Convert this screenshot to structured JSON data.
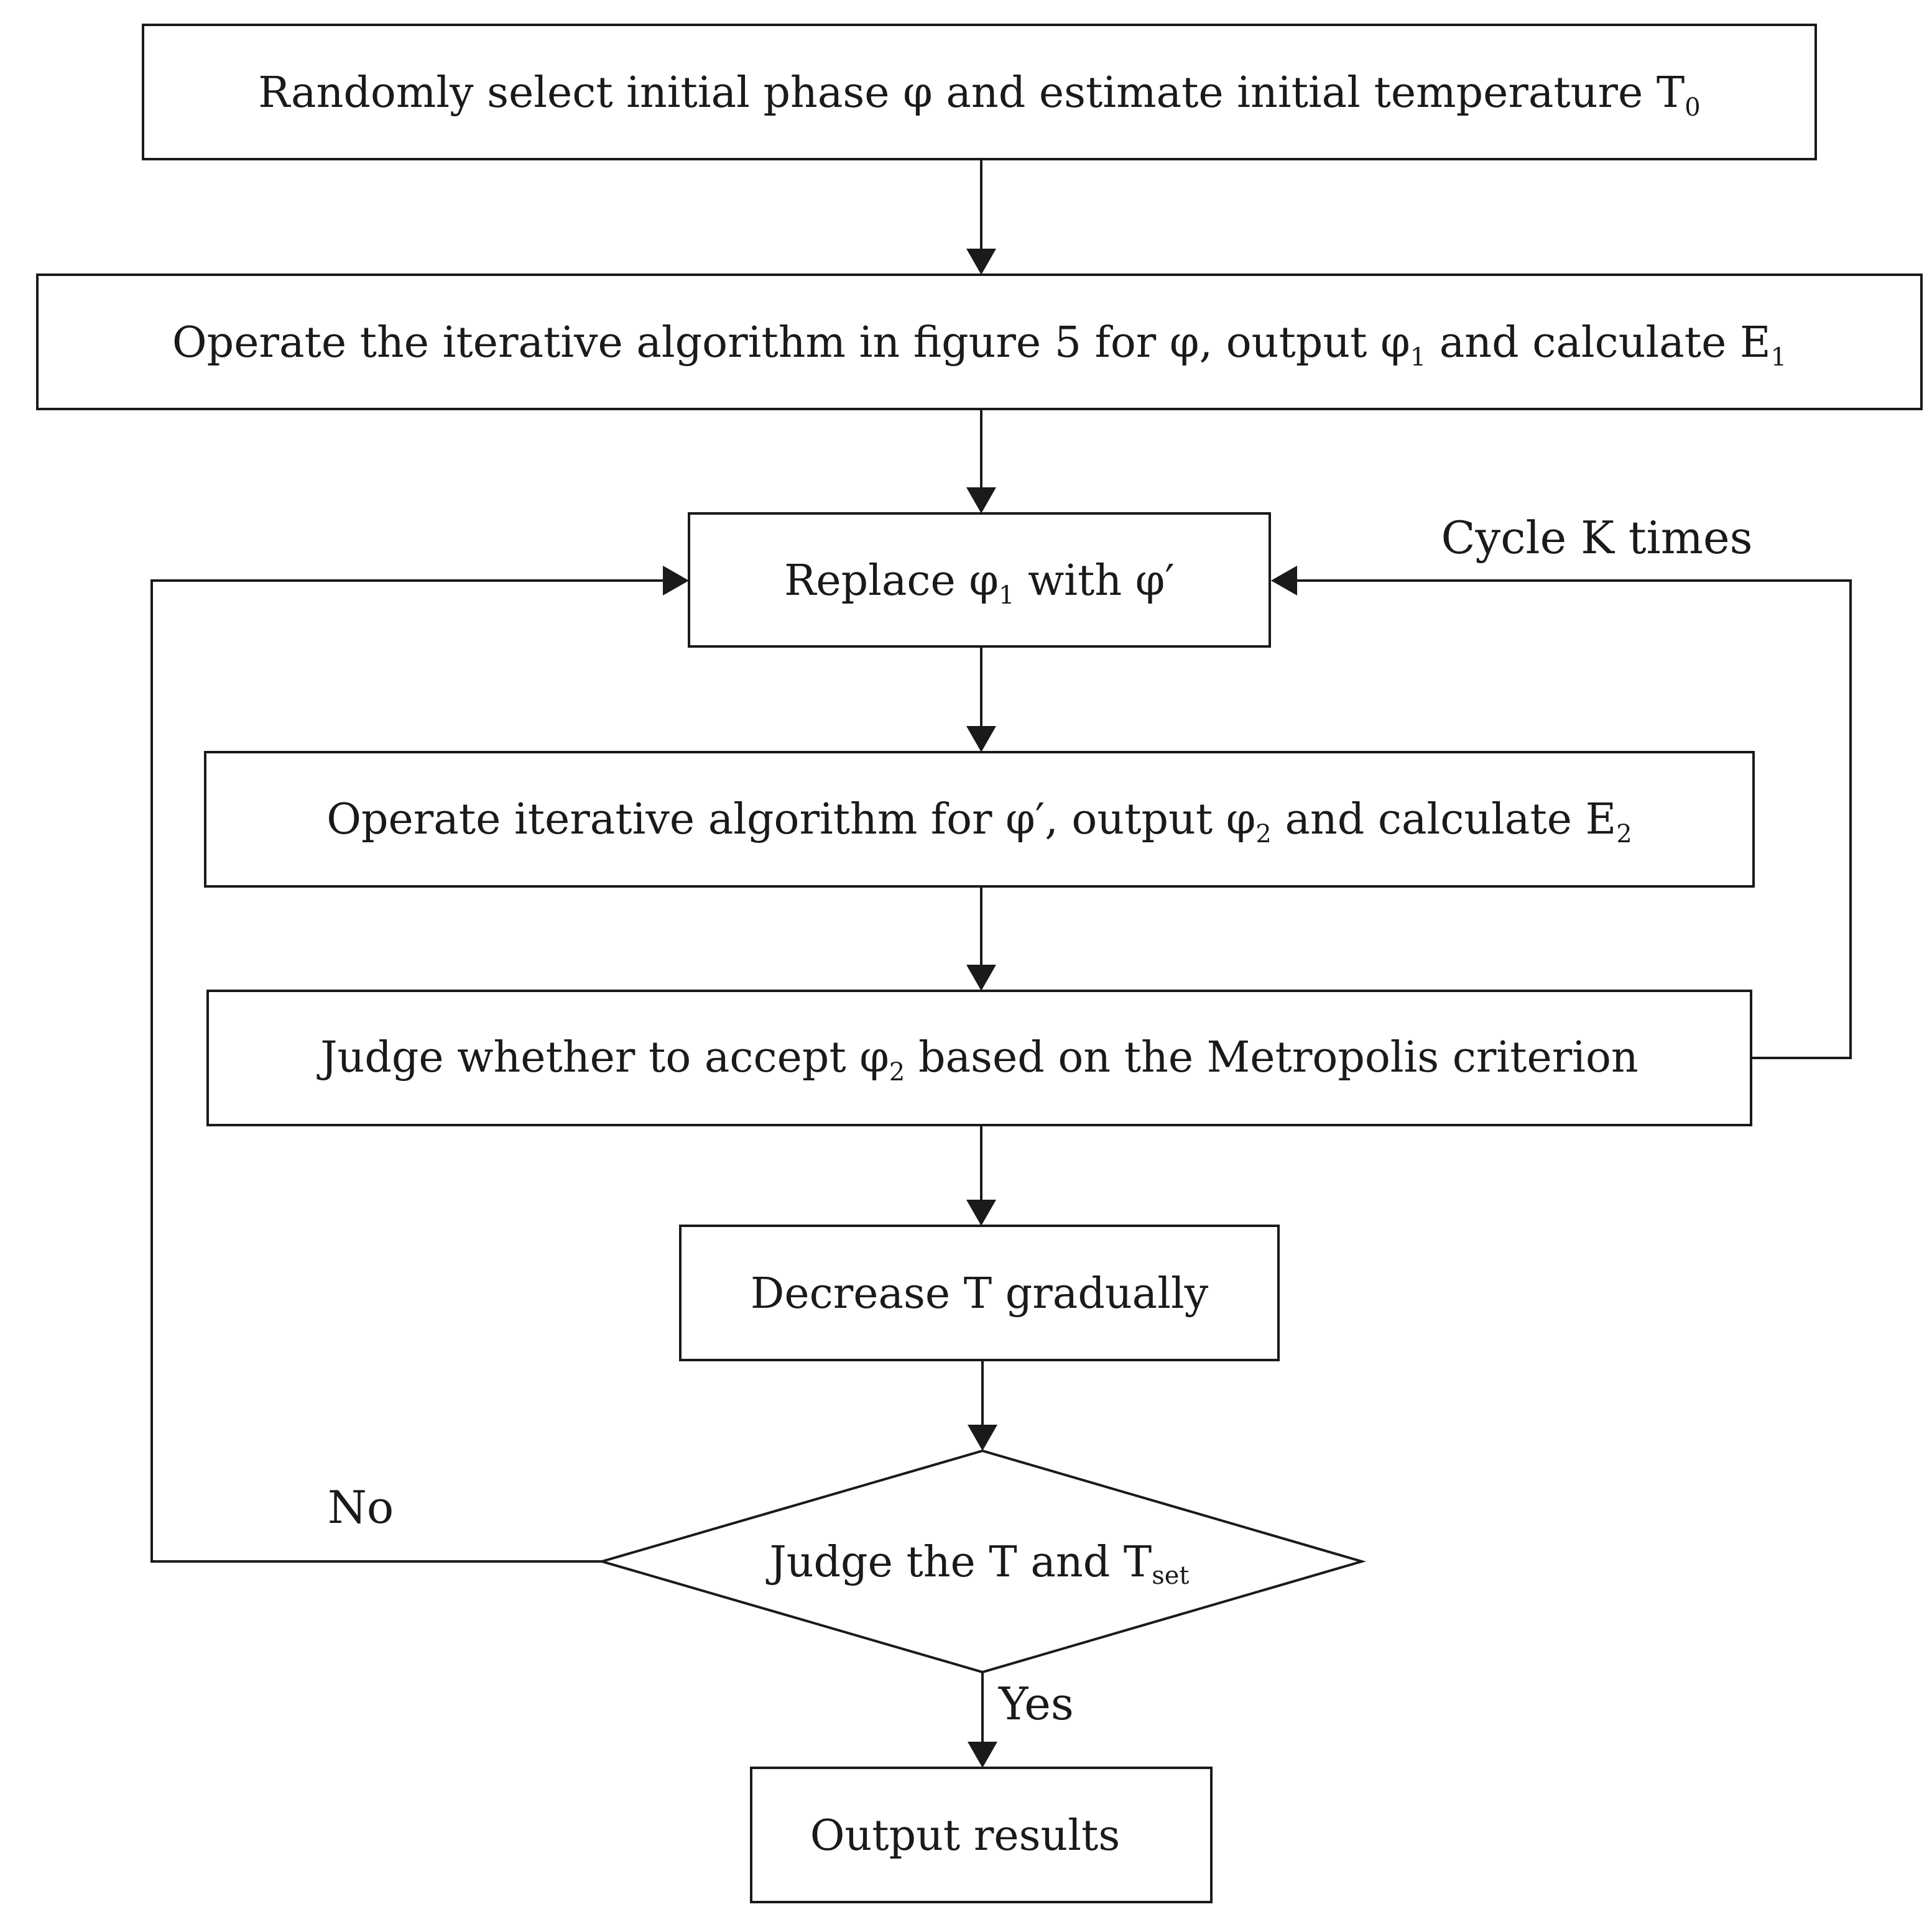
{
  "nodes": {
    "start": {
      "text": "Randomly select initial phase  φ  and estimate initial temperature T",
      "sub": "0"
    },
    "operate1": {
      "pre": "Operate the iterative algorithm in figure 5 for  φ, output  φ",
      "sub1": "1",
      "mid": "  and calculate E",
      "sub2": "1"
    },
    "replace": {
      "pre": "Replace  φ",
      "sub": "1",
      "post": "  with  φ′"
    },
    "operate2": {
      "pre": "Operate iterative algorithm for  φ′, output  φ",
      "sub1": "2",
      "mid": "  and calculate E",
      "sub2": "2"
    },
    "judge_metropolis": {
      "pre": "Judge whether to accept  φ",
      "sub": "2",
      "post": "  based on the Metropolis criterion"
    },
    "decrease": {
      "text": "Decrease T gradually"
    },
    "judge_temp": {
      "pre": "Judge the T and T",
      "sub": "set"
    },
    "output": {
      "text": "Output results"
    }
  },
  "edges": {
    "cycle_label": "Cycle K times",
    "no_label": "No",
    "yes_label": "Yes"
  }
}
